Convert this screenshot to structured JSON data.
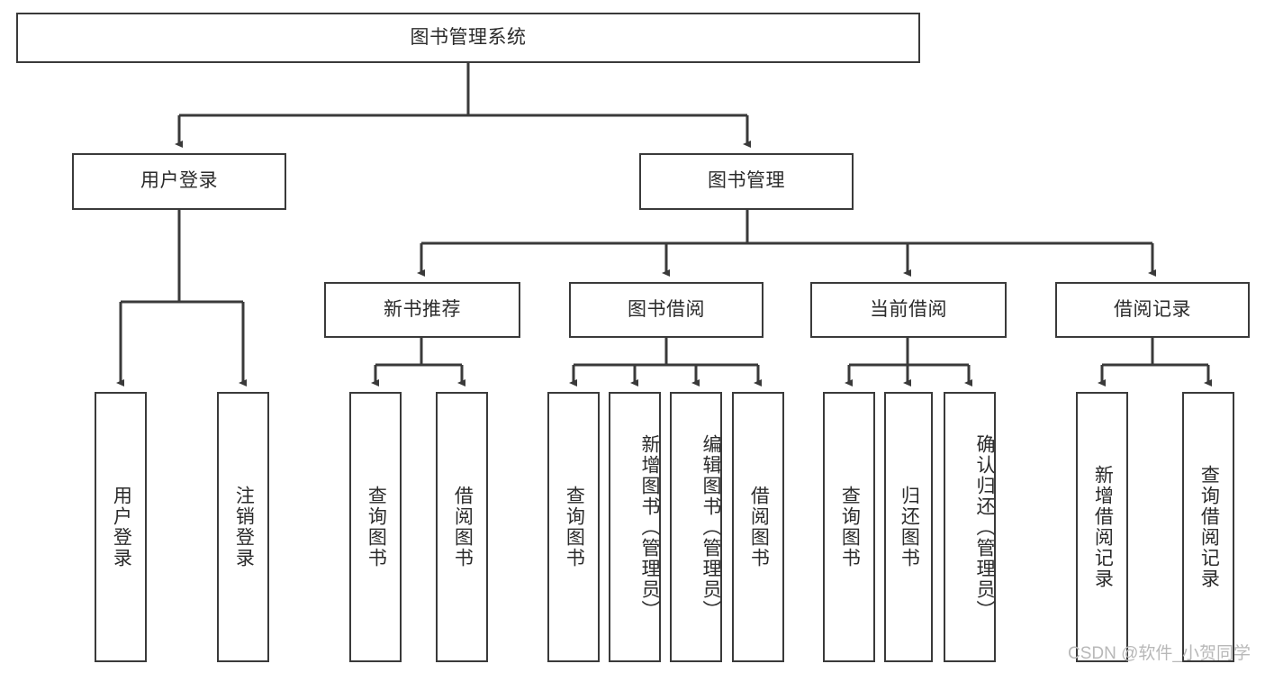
{
  "diagram": {
    "type": "tree",
    "title": "图书管理系统",
    "background_color": "#ffffff",
    "box_border_color": "#3a3a3a",
    "text_color": "#2b2b2b",
    "connector_color": "#3a3a3a",
    "root": {
      "label": "图书管理系统"
    },
    "level2": [
      {
        "label": "用户登录"
      },
      {
        "label": "图书管理"
      }
    ],
    "level3": [
      {
        "label": "新书推荐"
      },
      {
        "label": "图书借阅"
      },
      {
        "label": "当前借阅"
      },
      {
        "label": "借阅记录"
      }
    ],
    "leaves": {
      "user_login": [
        {
          "label": "用户登录"
        },
        {
          "label": "注销登录"
        }
      ],
      "new_book_recommend": [
        {
          "label": "查询图书"
        },
        {
          "label": "借阅图书"
        }
      ],
      "book_borrow": [
        {
          "label": "查询图书"
        },
        {
          "label": "新增图书（管理员）"
        },
        {
          "label": "编辑图书（管理员）"
        },
        {
          "label": "借阅图书"
        }
      ],
      "current_borrow": [
        {
          "label": "查询图书"
        },
        {
          "label": "归还图书"
        },
        {
          "label": "确认归还（管理员）"
        }
      ],
      "borrow_record": [
        {
          "label": "新增借阅记录"
        },
        {
          "label": "查询借阅记录"
        }
      ]
    }
  },
  "watermark": {
    "text": "CSDN @软件_小贺同学",
    "color": "#b8b8b8"
  }
}
